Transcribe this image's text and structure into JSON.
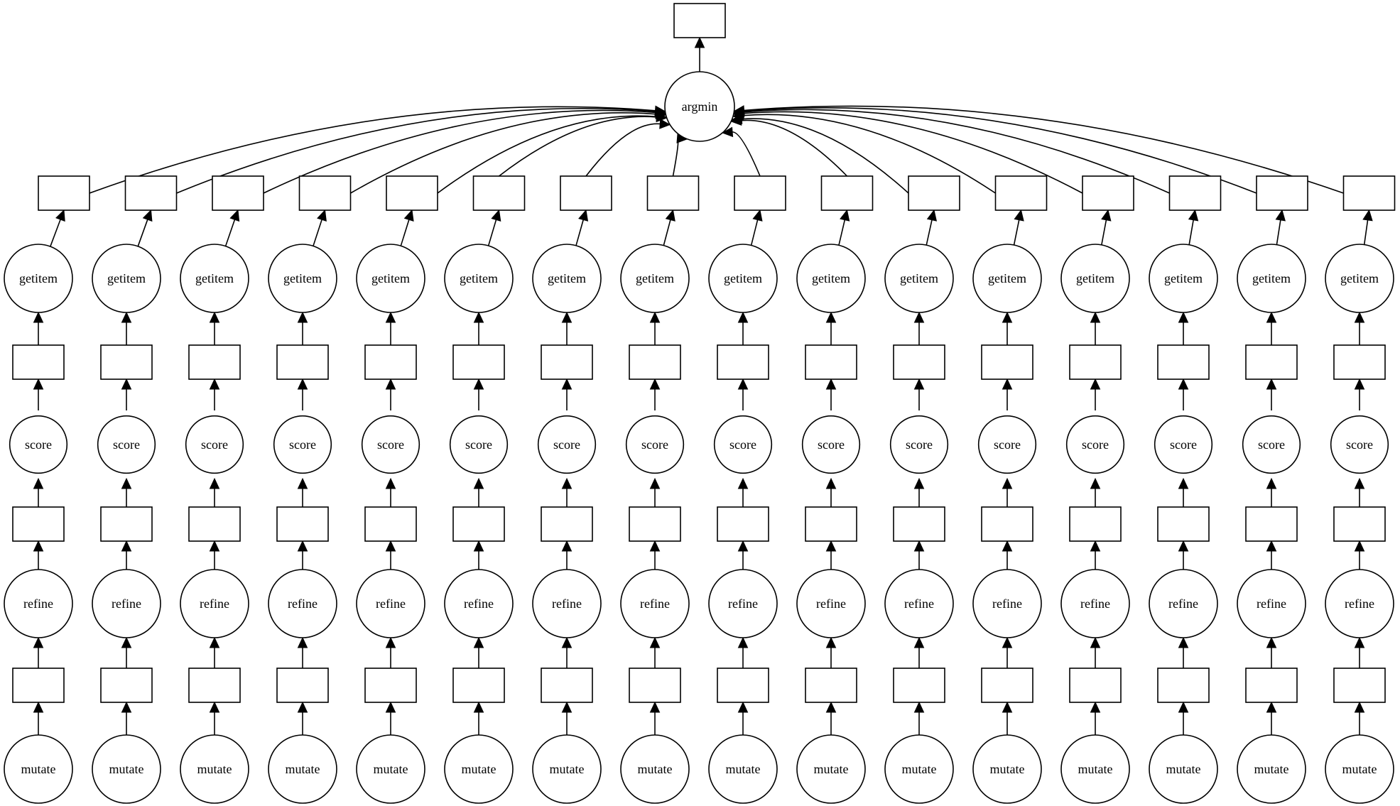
{
  "graph": {
    "root": {
      "op": "argmin"
    },
    "chain_ops": [
      "mutate",
      "refine",
      "score",
      "getitem"
    ],
    "chain_count": 16
  }
}
